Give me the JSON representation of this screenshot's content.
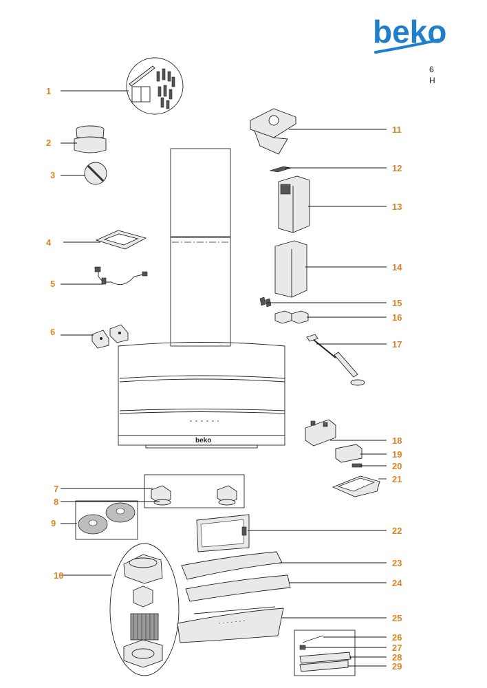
{
  "brand": {
    "name": "beko",
    "color": "#1d7fd0",
    "logo_icon": "beko-logo-icon"
  },
  "document_codes": [
    "6",
    "H"
  ],
  "label_color": "#e8821e",
  "parts": [
    {
      "number": "1"
    },
    {
      "number": "2"
    },
    {
      "number": "3"
    },
    {
      "number": "4"
    },
    {
      "number": "5"
    },
    {
      "number": "6"
    },
    {
      "number": "7"
    },
    {
      "number": "8"
    },
    {
      "number": "9"
    },
    {
      "number": "10"
    },
    {
      "number": "11"
    },
    {
      "number": "12"
    },
    {
      "number": "13"
    },
    {
      "number": "14"
    },
    {
      "number": "15"
    },
    {
      "number": "16"
    },
    {
      "number": "17"
    },
    {
      "number": "18"
    },
    {
      "number": "19"
    },
    {
      "number": "20"
    },
    {
      "number": "21"
    },
    {
      "number": "22"
    },
    {
      "number": "23"
    },
    {
      "number": "24"
    },
    {
      "number": "25"
    },
    {
      "number": "26"
    },
    {
      "number": "27"
    },
    {
      "number": "28"
    },
    {
      "number": "29"
    }
  ],
  "hood_logo": "beko"
}
